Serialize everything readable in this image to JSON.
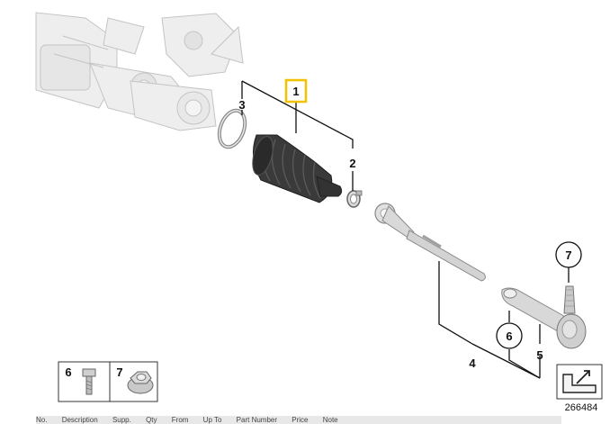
{
  "diagram": {
    "callouts": [
      "1",
      "2",
      "3",
      "4",
      "5",
      "6",
      "7"
    ],
    "highlighted_callout": "1",
    "highlight_color": "#f2c200",
    "legend_items": [
      {
        "number": "6",
        "icon": "bolt-icon"
      },
      {
        "number": "7",
        "icon": "nut-icon"
      }
    ],
    "reference_number": "266484",
    "reference_icon": "arrow-box-icon"
  },
  "bottom_strip": {
    "columns": [
      "No.",
      "Description",
      "Supp.",
      "Qty",
      "From",
      "Up To",
      "Part Number",
      "Price",
      "Note"
    ]
  }
}
